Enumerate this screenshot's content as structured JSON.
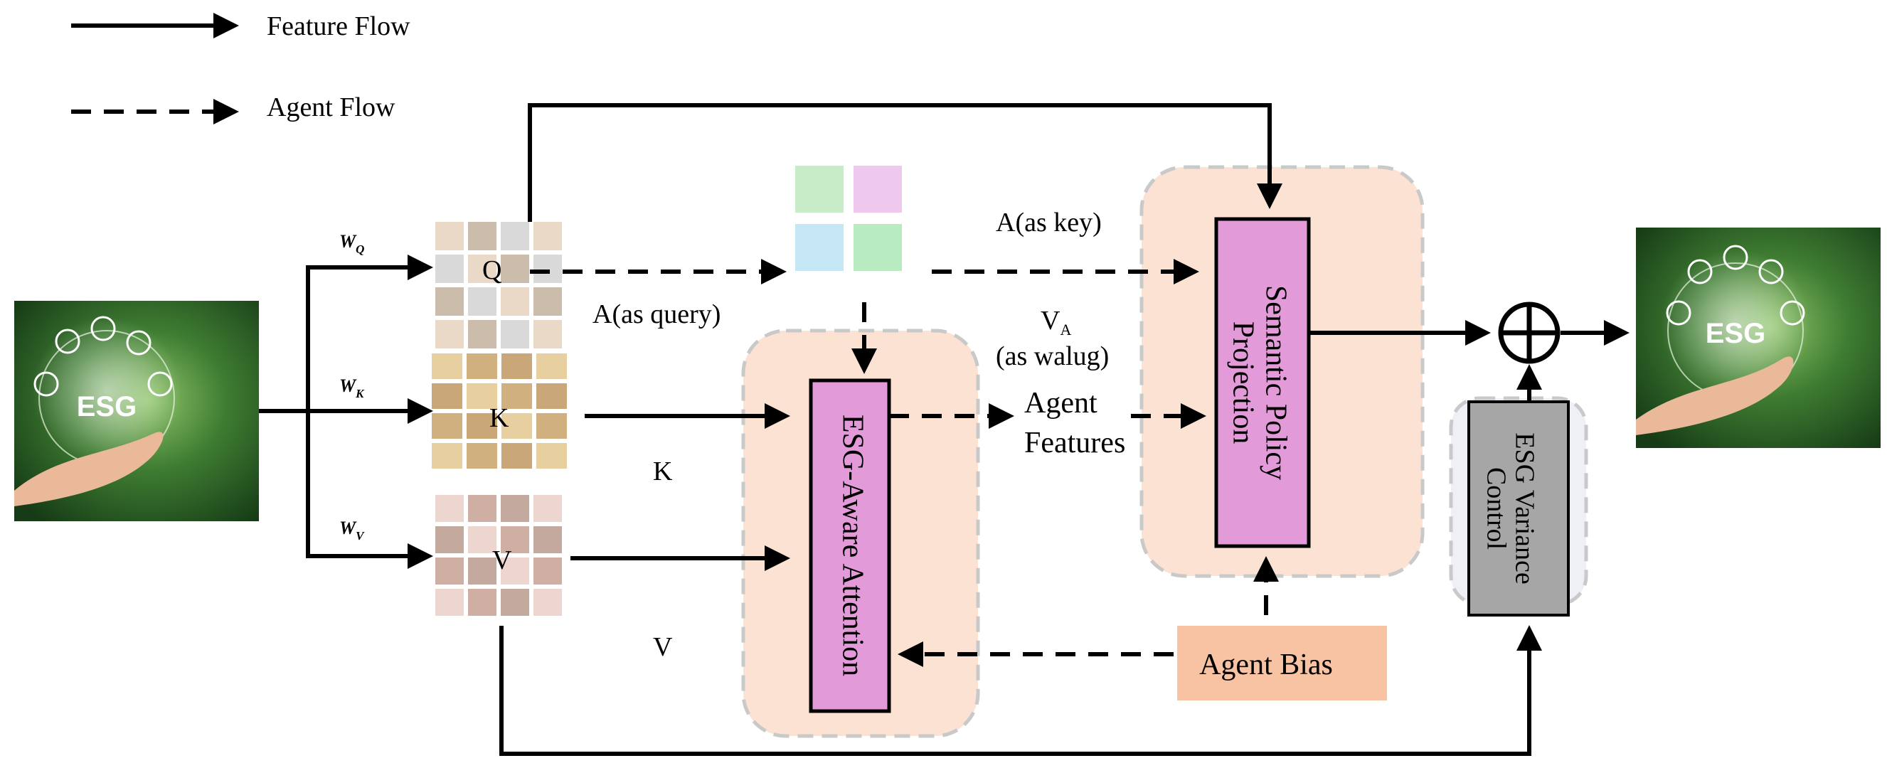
{
  "legend": {
    "feature_flow": "Feature Flow",
    "agent_flow": "Agent Flow"
  },
  "weights": {
    "wq": "W",
    "wq_sub": "Q",
    "wk": "W",
    "wk_sub": "K",
    "wv": "W",
    "wv_sub": "V"
  },
  "matrices": {
    "q": "Q",
    "k": "K",
    "v": "V"
  },
  "edge_labels": {
    "a_as_query": "A(as query)",
    "a_as_key": "A(as key)",
    "va_main": "V",
    "va_sub": "A",
    "as_walug": "(as walug)",
    "agent_features_1": "Agent",
    "agent_features_2": "Features",
    "k_label": "K",
    "v_label": "V"
  },
  "blocks": {
    "attention": "ESG-Aware Attention",
    "projection_1": "Semantic Policy",
    "projection_2": "Projection",
    "variance_1": "ESG Variance",
    "variance_2": "Control",
    "agent_bias": "Agent Bias"
  },
  "images": {
    "input_text": "ESG",
    "output_text": "ESG"
  },
  "colors": {
    "block_fill": "#e39ad9",
    "block_stroke": "#000000",
    "panel_fill": "#fbe2d3",
    "panel_stroke": "#c9c9c9",
    "agent_bias_fill": "#f7c3a2",
    "variance_fill": "#a6a6a6",
    "agent_tile_colors": [
      "#c8ecc8",
      "#efc8ee",
      "#c4e6f5",
      "#b9ebc1"
    ]
  }
}
